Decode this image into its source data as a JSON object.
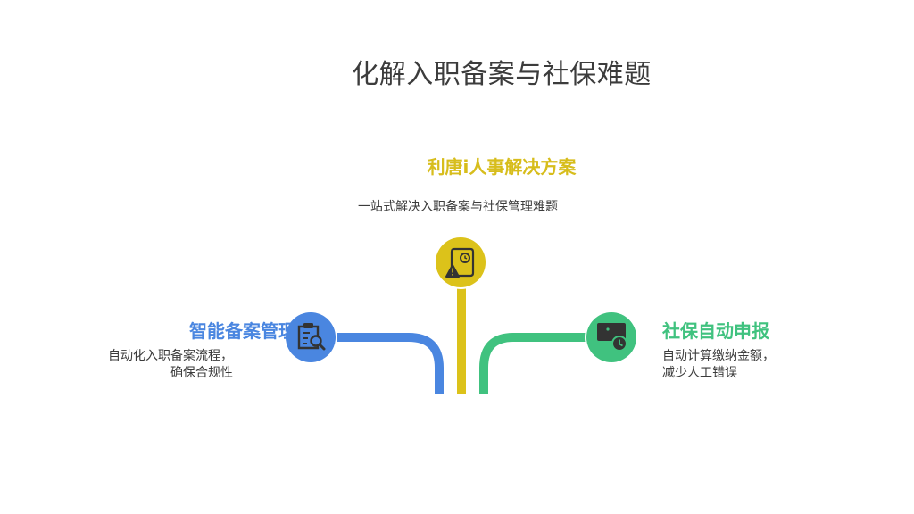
{
  "title": "化解入职备案与社保难题",
  "center": {
    "heading": "利唐i人事解决方案",
    "description": "一站式解决入职备案与社保管理难题"
  },
  "left": {
    "heading": "智能备案管理",
    "desc_line1": "自动化入职备案流程，",
    "desc_line2": "确保合规性"
  },
  "right": {
    "heading": "社保自动申报",
    "desc_line1": "自动计算缴纳金额，",
    "desc_line2": "减少人工错误"
  },
  "colors": {
    "yellow": "#dcc21a",
    "blue": "#4a86e0",
    "green": "#40c27f"
  },
  "icons": {
    "center": "document-warning-clock-icon",
    "left": "clipboard-search-icon",
    "right": "monitor-clock-icon"
  }
}
